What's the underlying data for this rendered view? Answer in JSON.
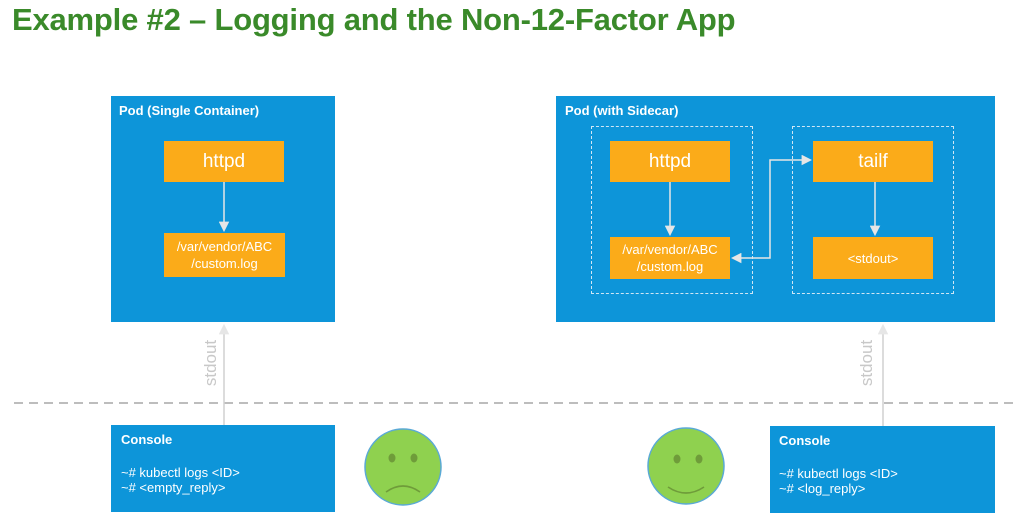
{
  "title": "Example #2 – Logging and the Non-12-Factor App",
  "left_pod": {
    "label": "Pod (Single Container)",
    "app_box": "httpd",
    "log_line1": "/var/vendor/ABC",
    "log_line2": "/custom.log"
  },
  "right_pod": {
    "label": "Pod (with Sidecar)",
    "app_box": "httpd",
    "log_line1": "/var/vendor/ABC",
    "log_line2": "/custom.log",
    "sidecar_box": "tailf",
    "stdout_box": "<stdout>"
  },
  "stdout_label": "stdout",
  "left_console": {
    "header": "Console",
    "line1": "~# kubectl logs <ID>",
    "line2": "~# <empty_reply>"
  },
  "right_console": {
    "header": "Console",
    "line1": "~# kubectl logs <ID>",
    "line2": "~# <log_reply>"
  },
  "colors": {
    "title": "#3a8a2a",
    "pod_blue": "#0d95d9",
    "box_orange": "#fbab19",
    "face_green": "#8fd14f"
  },
  "icons": {
    "sad_face": "sad-face-icon",
    "happy_face": "happy-face-icon"
  }
}
